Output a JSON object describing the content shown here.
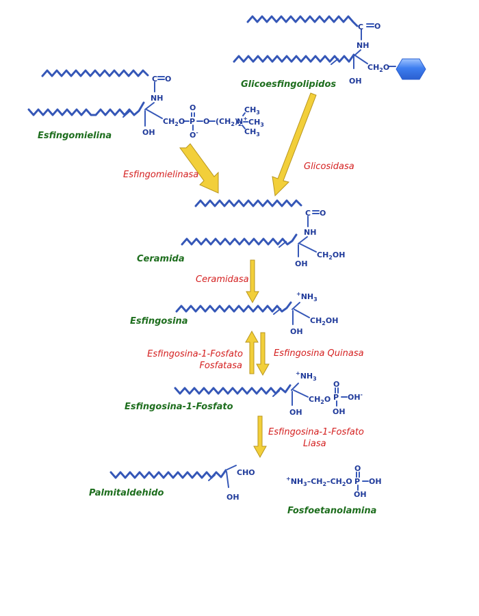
{
  "compounds": {
    "esfingomielina": "Esfingomielina",
    "glicoesfingolipidos": "Glicoesfingolipidos",
    "ceramida": "Ceramida",
    "esfingosina": "Esfingosina",
    "esfingosina_1_fosfato": "Esfingosina-1-Fosfato",
    "palmitaldehido": "Palmitaldehido",
    "fosfoetanolamina": "Fosfoetanolamina"
  },
  "enzymes": {
    "esfingomielinasa": "Esfingomielinasa",
    "glicosidasa": "Glicosidasa",
    "ceramidasa": "Ceramidasa",
    "s1p_fosfatasa_line1": "Esfingosina-1-Fosfato",
    "s1p_fosfatasa_line2": "Fosfatasa",
    "esfingosina_quinasa": "Esfingosina Quinasa",
    "s1p_liasa_line1": "Esfingosina-1-Fosfato",
    "s1p_liasa_line2": "Liasa"
  },
  "groups": {
    "c": "C",
    "o": "O",
    "nh": "NH",
    "oh": "OH",
    "ch2o": "CH",
    "ch2o_o": "O",
    "ch2oh": "CH",
    "ch2oh_oh": "OH",
    "sub2": "2",
    "p": "P",
    "o_minus": "O",
    "minus": "-",
    "plus": "+",
    "nh3": "NH",
    "sub3": "3",
    "ch3": "CH",
    "n": "N",
    "ch2_paren": "(CH",
    "paren_close": ")",
    "cho": "CHO",
    "ch2": "CH",
    "dash": "–"
  },
  "colors": {
    "chain": "#3557b7",
    "chem_text": "#1f3a9a",
    "compound_name": "#1e6e1e",
    "enzyme_name": "#d42020",
    "arrow_fill": "#f2cf3a",
    "sugar": "#3d7ef0"
  }
}
